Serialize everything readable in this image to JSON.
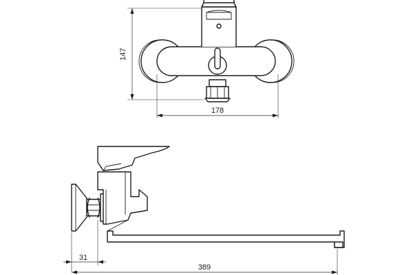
{
  "dimensions": {
    "height": "147",
    "width": "178",
    "wall_offset": "31",
    "reach": "389"
  },
  "views": {
    "front": "front-view",
    "side": "side-view"
  },
  "colors": {
    "line": "#1a1a1a",
    "background": "#ffffff"
  }
}
